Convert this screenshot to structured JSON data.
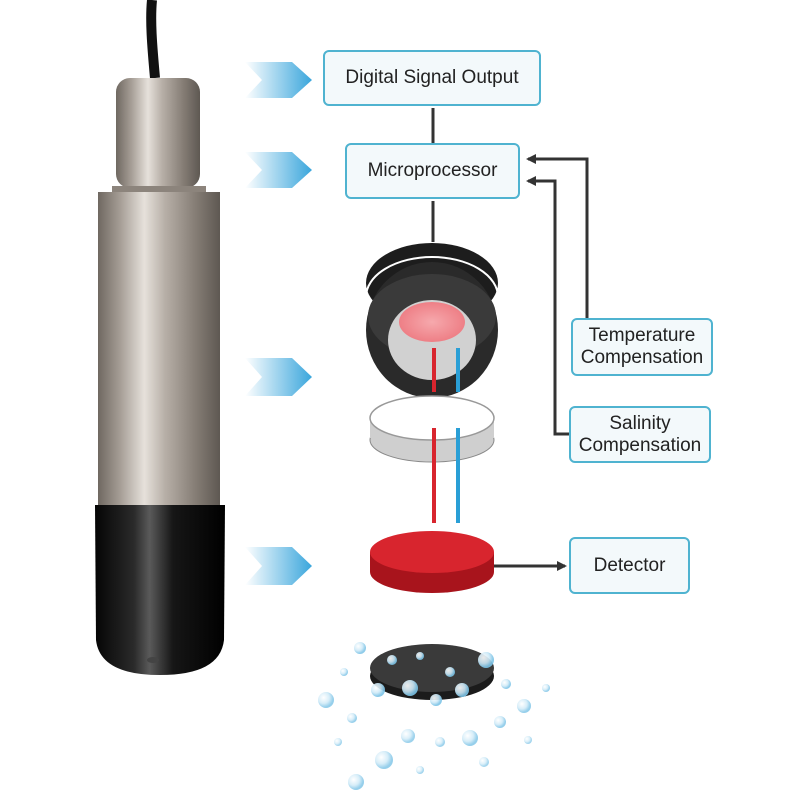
{
  "labels": {
    "digital_signal_output": "Digital Signal Output",
    "microprocessor": "Microprocessor",
    "temperature_compensation": [
      "Temperature",
      "Compensation"
    ],
    "salinity_compensation": [
      "Salinity",
      "Compensation"
    ],
    "detector": "Detector"
  },
  "colors": {
    "box_border": "#4fb3d0",
    "box_fill": "#f3f9fb",
    "connector": "#333333",
    "red_light": "#d8252e",
    "blue_light": "#2a9fd6",
    "arrow_blue": "#3aa6dc",
    "sensor_cap": "#111111",
    "steel": "#b9b2aa"
  }
}
